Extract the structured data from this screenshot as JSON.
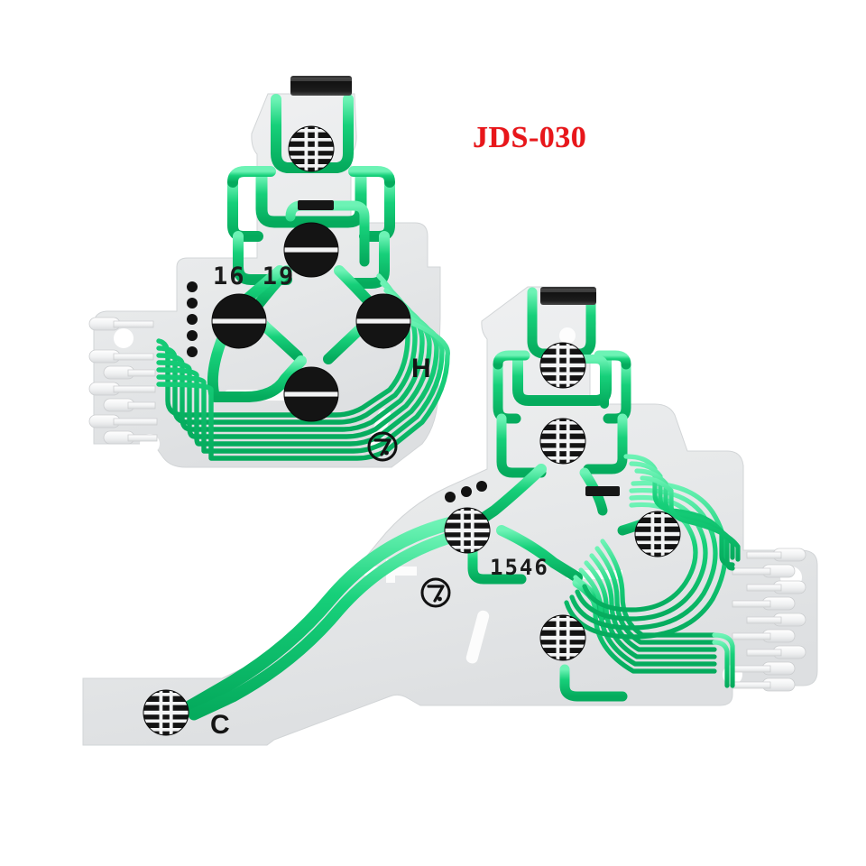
{
  "image": {
    "subject": "PS4 DualShock 4 controller conductive film / flex ribbon circuits",
    "background_color": "#ffffff"
  },
  "labels": {
    "part_number": "JDS-030",
    "part_number_color": "#e8161a"
  },
  "palette": {
    "trace_green": "#17d07a",
    "trace_green_dark": "#06a85c",
    "trace_green_light": "#6cf0b0",
    "substrate": "#e9ebec",
    "substrate_edge": "#d4d7d9",
    "contact_black": "#141414",
    "contact_silver": "#f3f4f5",
    "connector_black": "#161616",
    "background": "#ffffff"
  },
  "flex_circuits": [
    {
      "id": "flex-upper-left",
      "name": "D-pad conductive film",
      "letter_mark": "H",
      "batch_code": "16 19",
      "logo_mark": "circled-7-logo",
      "dot_column_count": 5,
      "dot_column_orientation": "vertical",
      "top_connector": {
        "type": "zif-ribbon-connector",
        "color": "#161616"
      },
      "ribbon_tail": {
        "position": "left",
        "contact_finger_count": 7,
        "finger_color": "#f3f4f5"
      },
      "contact_pads": [
        {
          "name": "share-button-pad",
          "style": "comb"
        },
        {
          "name": "dpad-up-pad",
          "style": "split"
        },
        {
          "name": "dpad-left-pad",
          "style": "split"
        },
        {
          "name": "dpad-right-pad",
          "style": "split"
        },
        {
          "name": "dpad-down-pad",
          "style": "split"
        }
      ],
      "mounting_holes": 3
    },
    {
      "id": "flex-lower-right",
      "name": "Face-button conductive film",
      "letter_mark": "C",
      "batch_code": "1546",
      "logo_mark": "circled-7-logo",
      "dot_column_count": 3,
      "dot_column_orientation": "diagonal",
      "top_connector": {
        "type": "zif-ribbon-connector",
        "color": "#161616"
      },
      "ribbon_tail": {
        "position": "right",
        "contact_finger_count": 9,
        "finger_color": "#f3f4f5"
      },
      "contact_pads": [
        {
          "name": "options-button-pad",
          "style": "comb"
        },
        {
          "name": "triangle-button-pad",
          "style": "comb"
        },
        {
          "name": "square-button-pad",
          "style": "comb"
        },
        {
          "name": "circle-button-pad",
          "style": "comb"
        },
        {
          "name": "cross-button-pad",
          "style": "comb"
        },
        {
          "name": "ps-home-button-pad",
          "style": "comb"
        }
      ],
      "mounting_holes": 3
    }
  ]
}
